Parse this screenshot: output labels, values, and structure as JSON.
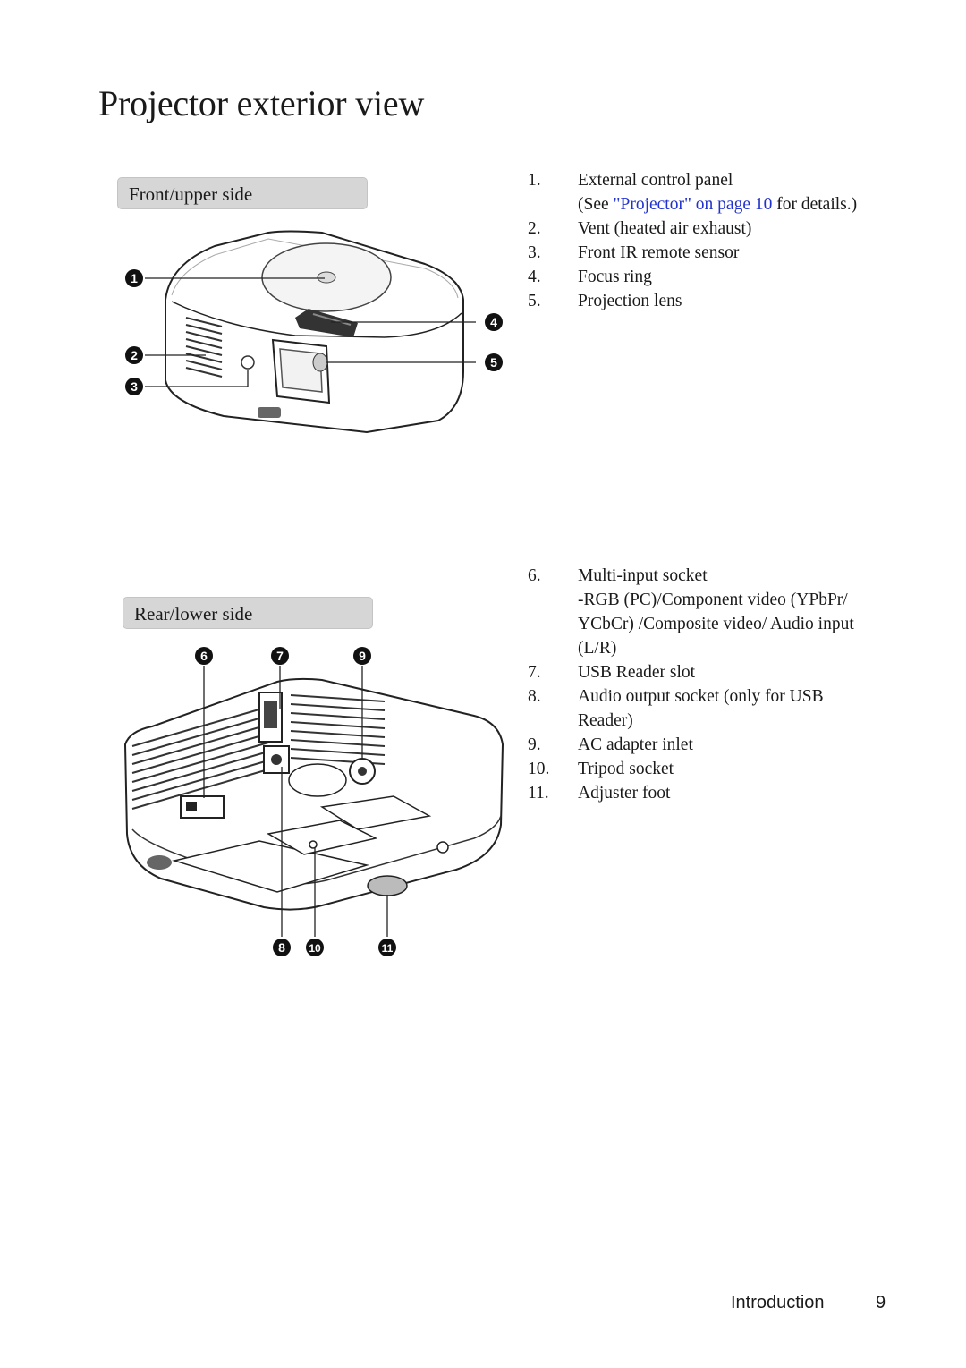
{
  "title": "Projector exterior view",
  "front": {
    "heading": "Front/upper side",
    "callouts": [
      "1",
      "2",
      "3",
      "4",
      "5"
    ],
    "items": [
      {
        "num": "1.",
        "text": "External control panel",
        "see_pre": "(See ",
        "see_link": "\"Projector\" on page 10",
        "see_post": " for details.)"
      },
      {
        "num": "2.",
        "text": "Vent (heated air exhaust)"
      },
      {
        "num": "3.",
        "text": "Front IR remote sensor"
      },
      {
        "num": "4.",
        "text": "Focus ring"
      },
      {
        "num": "5.",
        "text": "Projection lens"
      }
    ]
  },
  "rear": {
    "heading": "Rear/lower side",
    "callouts": [
      "6",
      "7",
      "9",
      "8",
      "10",
      "11"
    ],
    "items": [
      {
        "num": "6.",
        "text": "Multi-input socket",
        "sub": "-RGB (PC)/Component video (YPbPr/ YCbCr) /Composite video/ Audio input (L/R)"
      },
      {
        "num": "7.",
        "text": "USB Reader slot"
      },
      {
        "num": "8.",
        "text": "Audio output socket (only for USB Reader)"
      },
      {
        "num": "9.",
        "text": "AC adapter inlet"
      },
      {
        "num": "10.",
        "text": "Tripod socket"
      },
      {
        "num": "11.",
        "text": "Adjuster foot"
      }
    ]
  },
  "footer": {
    "section": "Introduction",
    "page": "9"
  }
}
